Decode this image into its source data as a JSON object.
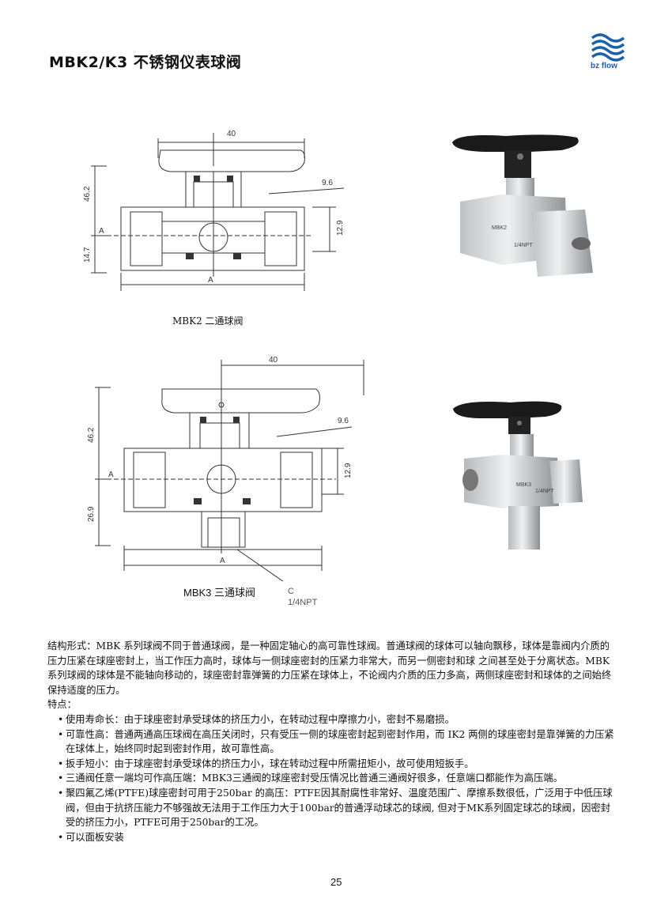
{
  "header": {
    "title": "MBK2/K3 不锈钢仪表球阀",
    "logo_text": "bz flow",
    "brand_color": "#1b5fa8"
  },
  "drawing1": {
    "caption": "MBK2 二通球阀",
    "dim_top": "40",
    "dim_height": "46.2",
    "dim_bottom": "14.7",
    "dim_right1": "9.6",
    "dim_right2": "12.9",
    "label_a": "A",
    "label_a_bottom": "A"
  },
  "drawing2": {
    "caption": "MBK3 三通球阀",
    "dim_top": "40",
    "dim_height": "46.2",
    "dim_bottom": "26.9",
    "dim_right1": "9.6",
    "dim_right2": "12.9",
    "label_a": "A",
    "label_a_bottom": "A",
    "label_c": "C",
    "label_npt": "1/4NPT"
  },
  "photo1": {
    "marking1": "MBK2",
    "marking2": "1/4NPT"
  },
  "photo2": {
    "marking1": "MBK3",
    "marking2": "1/4NPT"
  },
  "content": {
    "structure": "结构形式：MBK 系列球阀不同于普通球阀，是一种固定轴心的高可靠性球阀。普通球阀的球体可以轴向飘移，球体是靠阀内介质的压力压紧在球座密封上，当工作压力高时，球体与一侧球座密封的压紧力非常大，而另一侧密封和球  之间甚至处于分离状态。MBK 系列球阀的球体是不能轴向移动的，球座密封靠弹簧的力压紧在球体上，不论阀内介质的压力多高，两侧球座密封和球体的之间始终保持适度的压力。",
    "features_title": "特点：",
    "features": [
      "使用寿命长：由于球座密封承受球体的挤压力小，在转动过程中摩擦力小，密封不易磨损。",
      "可靠性高：普通两通高压球阀在高压关闭时，只有受压一侧的球座密封起到密封作用，而 IK2 两侧的球座密封是靠弹簧的力压紧在球体上，始终同时起到密封作用，故可靠性高。",
      "扳手短小：由于球座密封承受球体的挤压力小，球在转动过程中所需扭矩小，故可使用短扳手。",
      "三通阀任意一端均可作高压端：MBK3三通阀的球座密封受压情况比普通三通阀好很多，任意端口都能作为高压端。",
      "聚四氟乙烯(PTFE)球座密封可用于250bar 的高压：PTFE因其耐腐性非常好、温度范围广、摩擦系数很低，广泛用于中低压球阀，但由于抗挤压能力不够强故无法用于工作压力大于100bar的普通浮动球芯的球阀, 但对于MK系列固定球芯的球阀，因密封受的挤压力小，PTFE可用于250bar的工况。",
      "可以面板安装"
    ]
  },
  "footer": {
    "page_number": "25"
  }
}
